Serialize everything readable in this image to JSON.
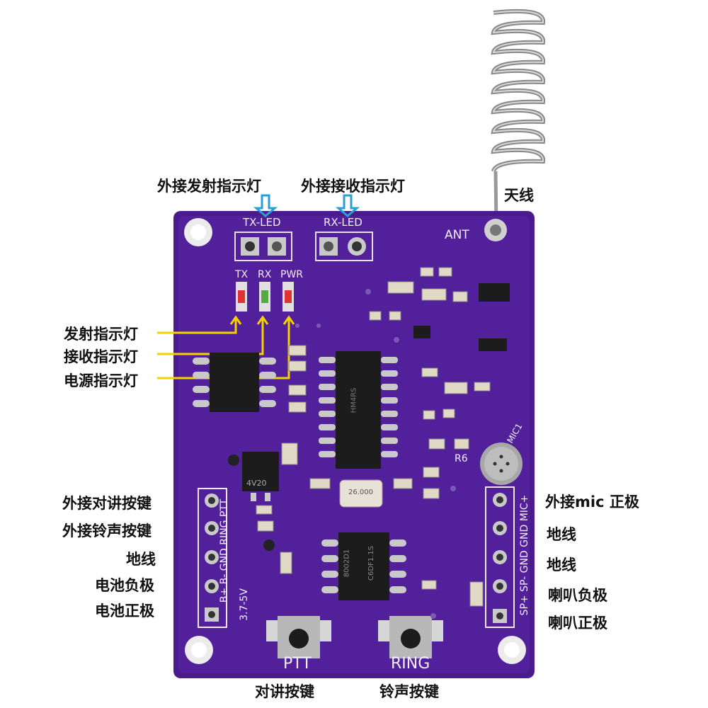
{
  "annotations": {
    "tx_led_ext": "外接发射指示灯",
    "rx_led_ext": "外接接收指示灯",
    "antenna": "天线",
    "tx_indicator": "发射指示灯",
    "rx_indicator": "接收指示灯",
    "power_indicator": "电源指示灯",
    "ext_ptt": "外接对讲按键",
    "ext_ring": "外接铃声按键",
    "ground_left": "地线",
    "battery_neg": "电池负极",
    "battery_pos": "电池正极",
    "mic_pos": "外接mic 正极",
    "ground_right_1": "地线",
    "ground_right_2": "地线",
    "speaker_neg": "喇叭负极",
    "speaker_pos": "喇叭正极",
    "ptt_button": "对讲按键",
    "ring_button": "铃声按键"
  },
  "silkscreen": {
    "tx_led": "TX-LED",
    "rx_led": "RX-LED",
    "ant": "ANT",
    "tx": "TX",
    "rx": "RX",
    "pwr": "PWR",
    "left_header": "B+  B-  GND  RING  PTT",
    "voltage": "3.7-5V",
    "right_header": "SP+  SP-  GND  GND  MIC+",
    "mic": "MIC1",
    "r6": "R6",
    "ptt": "PTT",
    "ring": "RING",
    "chip_top": "HM4RS",
    "chip_bottom": "8002D1",
    "chip_bottom_2": "C6DF1.1S",
    "regulator": "4V20",
    "crystal": "26.000"
  },
  "colors": {
    "board": "#4b1a8c",
    "board_light": "#5a2aa0",
    "pad": "#c9c9c9",
    "arrow_blue": "#2a9fd6",
    "line_yellow": "#f2d200"
  }
}
